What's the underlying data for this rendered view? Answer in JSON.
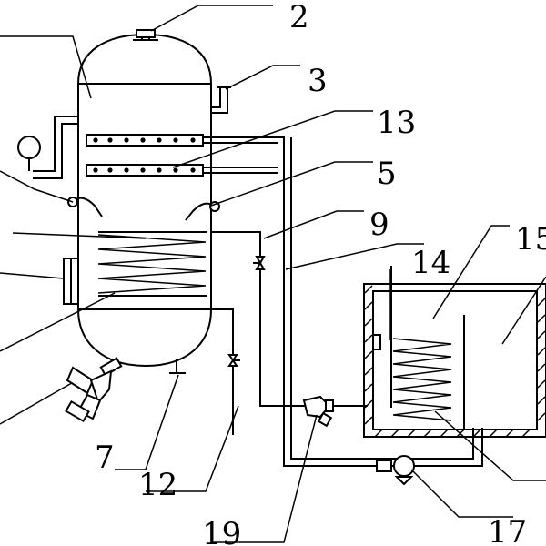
{
  "labels": {
    "l2": "2",
    "l3": "3",
    "l13": "13",
    "l5": "5",
    "l9": "9",
    "l14": "14",
    "l15": "15",
    "l7": "7",
    "l12": "12",
    "l19": "19",
    "l17": "17"
  }
}
